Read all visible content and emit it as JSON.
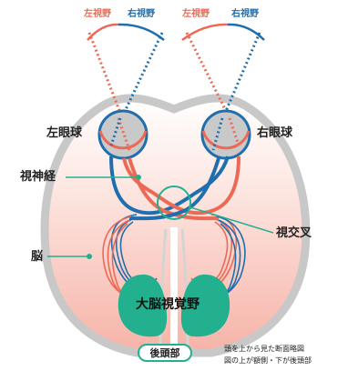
{
  "labels": {
    "left_eye_left_field": "左視野",
    "left_eye_right_field": "右視野",
    "right_eye_left_field": "左視野",
    "right_eye_right_field": "右視野",
    "left_eyeball": "左眼球",
    "right_eyeball": "右眼球",
    "optic_nerve": "視神経",
    "optic_chiasm": "視交叉",
    "brain": "脳",
    "visual_cortex": "大脳視覚野",
    "occipital": "後頭部"
  },
  "note": {
    "line1": "頭を上から見た断面略図",
    "line2": "図の上が額側・下が後頭部"
  },
  "colors": {
    "left_field": "#ec6a55",
    "right_field": "#1f6fae",
    "visual_cortex": "#23b08e",
    "brain_outline": "#c8c8c8",
    "brain_gradient_top": "#ffffff",
    "brain_gradient_bottom": "#f6b3a8"
  }
}
